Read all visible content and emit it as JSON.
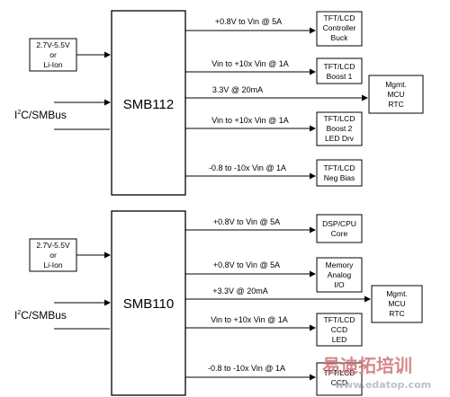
{
  "diagram": {
    "top": {
      "chip": "SMB112",
      "power_input": [
        "2.7V-5.5V",
        "or",
        "Li-Ion"
      ],
      "bus": {
        "prefix": "I",
        "sup": "2",
        "rest": "C/SMBus"
      },
      "outputs": [
        {
          "label": "+0.8V to Vin @ 5A",
          "block": [
            "TFT/LCD",
            "Controller",
            "Buck"
          ]
        },
        {
          "label": "Vin to +10x Vin @ 1A",
          "block": [
            "TFT/LCD",
            "Boost 1"
          ]
        },
        {
          "label": "3.3V @ 20mA",
          "block": [
            "Mgmt.",
            "MCU",
            "RTC"
          ]
        },
        {
          "label": "Vin to +10x Vin @ 1A",
          "block": [
            "TFT/LCD",
            "Boost 2",
            "LED Drv"
          ]
        },
        {
          "label": "-0.8 to -10x Vin @ 1A",
          "block": [
            "TFT/LCD",
            "Neg Bias"
          ]
        }
      ]
    },
    "bottom": {
      "chip": "SMB110",
      "power_input": [
        "2.7V-5.5V",
        "or",
        "Li-Ion"
      ],
      "bus": {
        "prefix": "I",
        "sup": "2",
        "rest": "C/SMBus"
      },
      "outputs": [
        {
          "label": "+0.8V to Vin @ 5A",
          "block": [
            "DSP/CPU",
            "Core"
          ]
        },
        {
          "label": "+0.8V to Vin @  5A",
          "block": [
            "Memory",
            "Analog",
            "I/O"
          ]
        },
        {
          "label": "+3.3V @  20mA",
          "block": [
            "Mgmt.",
            "MCU",
            "RTC"
          ]
        },
        {
          "label": "Vin to +10x Vin @ 1A",
          "block": [
            "TFT/LCD",
            "CCD",
            "LED"
          ]
        },
        {
          "label": "-0.8 to -10x Vin @ 1A",
          "block": [
            "TFT/LCD",
            "CCD"
          ]
        }
      ]
    }
  },
  "watermark": {
    "cn": "易迪拓培训",
    "url": "www.edatop.com"
  }
}
